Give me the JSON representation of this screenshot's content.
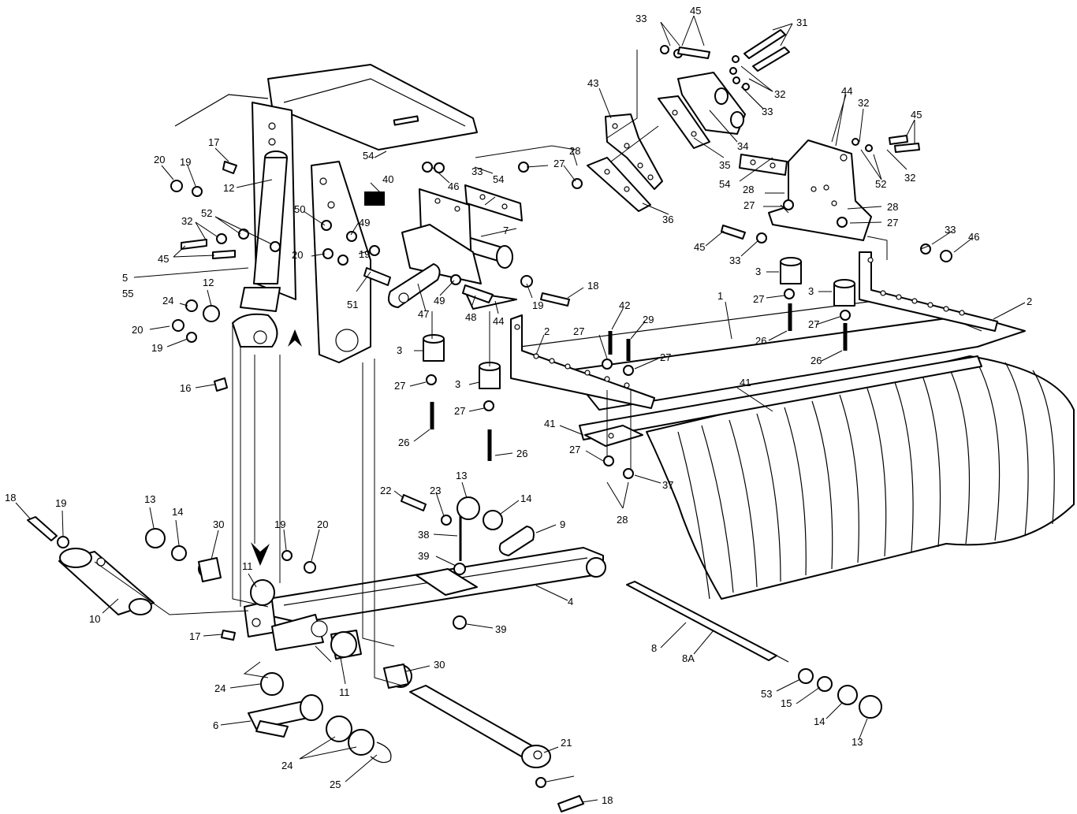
{
  "diagram": {
    "callouts": [
      "1",
      "2",
      "3",
      "4",
      "5",
      "6",
      "7",
      "8",
      "9",
      "10",
      "11",
      "12",
      "13",
      "14",
      "15",
      "16",
      "17",
      "18",
      "19",
      "20",
      "21",
      "22",
      "23",
      "24",
      "25",
      "26",
      "27",
      "28",
      "29",
      "30",
      "31",
      "32",
      "33",
      "34",
      "35",
      "36",
      "37",
      "38",
      "39",
      "40",
      "41",
      "42",
      "43",
      "44",
      "45",
      "46",
      "47",
      "48",
      "49",
      "50",
      "51",
      "52",
      "53",
      "54",
      "55",
      "8A"
    ],
    "labels": [
      {
        "id": "l1",
        "text": "1"
      },
      {
        "id": "l2a",
        "text": "2"
      },
      {
        "id": "l2b",
        "text": "2"
      },
      {
        "id": "l3a",
        "text": "3"
      },
      {
        "id": "l3b",
        "text": "3"
      },
      {
        "id": "l3c",
        "text": "3"
      },
      {
        "id": "l3d",
        "text": "3"
      },
      {
        "id": "l4",
        "text": "4"
      },
      {
        "id": "l5",
        "text": "5"
      },
      {
        "id": "l55",
        "text": "55"
      },
      {
        "id": "l6",
        "text": "6"
      },
      {
        "id": "l7",
        "text": "7"
      },
      {
        "id": "l8",
        "text": "8"
      },
      {
        "id": "l8A",
        "text": "8A"
      },
      {
        "id": "l9",
        "text": "9"
      },
      {
        "id": "l10",
        "text": "10"
      },
      {
        "id": "l11a",
        "text": "11"
      },
      {
        "id": "l11b",
        "text": "11"
      },
      {
        "id": "l12a",
        "text": "12"
      },
      {
        "id": "l12b",
        "text": "12"
      },
      {
        "id": "l13a",
        "text": "13"
      },
      {
        "id": "l13b",
        "text": "13"
      },
      {
        "id": "l13c",
        "text": "13"
      },
      {
        "id": "l14a",
        "text": "14"
      },
      {
        "id": "l14b",
        "text": "14"
      },
      {
        "id": "l14c",
        "text": "14"
      },
      {
        "id": "l15",
        "text": "15"
      },
      {
        "id": "l16",
        "text": "16"
      },
      {
        "id": "l17a",
        "text": "17"
      },
      {
        "id": "l17b",
        "text": "17"
      },
      {
        "id": "l18a",
        "text": "18"
      },
      {
        "id": "l18b",
        "text": "18"
      },
      {
        "id": "l18c",
        "text": "18"
      },
      {
        "id": "l19a",
        "text": "19"
      },
      {
        "id": "l19b",
        "text": "19"
      },
      {
        "id": "l19c",
        "text": "19"
      },
      {
        "id": "l19d",
        "text": "19"
      },
      {
        "id": "l19e",
        "text": "19"
      },
      {
        "id": "l19f",
        "text": "19"
      },
      {
        "id": "l20a",
        "text": "20"
      },
      {
        "id": "l20b",
        "text": "20"
      },
      {
        "id": "l20c",
        "text": "20"
      },
      {
        "id": "l20d",
        "text": "20"
      },
      {
        "id": "l21",
        "text": "21"
      },
      {
        "id": "l22",
        "text": "22"
      },
      {
        "id": "l23",
        "text": "23"
      },
      {
        "id": "l24a",
        "text": "24"
      },
      {
        "id": "l24b",
        "text": "24"
      },
      {
        "id": "l24c",
        "text": "24"
      },
      {
        "id": "l25",
        "text": "25"
      },
      {
        "id": "l26a",
        "text": "26"
      },
      {
        "id": "l26b",
        "text": "26"
      },
      {
        "id": "l26c",
        "text": "26"
      },
      {
        "id": "l26d",
        "text": "26"
      },
      {
        "id": "l27a",
        "text": "27"
      },
      {
        "id": "l27b",
        "text": "27"
      },
      {
        "id": "l27c",
        "text": "27"
      },
      {
        "id": "l27d",
        "text": "27"
      },
      {
        "id": "l27e",
        "text": "27"
      },
      {
        "id": "l27f",
        "text": "27"
      },
      {
        "id": "l27g",
        "text": "27"
      },
      {
        "id": "l27h",
        "text": "27"
      },
      {
        "id": "l27i",
        "text": "27"
      },
      {
        "id": "l27j",
        "text": "27"
      },
      {
        "id": "l28a",
        "text": "28"
      },
      {
        "id": "l28b",
        "text": "28"
      },
      {
        "id": "l28c",
        "text": "28"
      },
      {
        "id": "l28d",
        "text": "28"
      },
      {
        "id": "l29",
        "text": "29"
      },
      {
        "id": "l30a",
        "text": "30"
      },
      {
        "id": "l30b",
        "text": "30"
      },
      {
        "id": "l31",
        "text": "31"
      },
      {
        "id": "l32a",
        "text": "32"
      },
      {
        "id": "l32b",
        "text": "32"
      },
      {
        "id": "l32c",
        "text": "32"
      },
      {
        "id": "l32d",
        "text": "32"
      },
      {
        "id": "l33a",
        "text": "33"
      },
      {
        "id": "l33b",
        "text": "33"
      },
      {
        "id": "l33c",
        "text": "33"
      },
      {
        "id": "l33d",
        "text": "33"
      },
      {
        "id": "l33e",
        "text": "33"
      },
      {
        "id": "l34",
        "text": "34"
      },
      {
        "id": "l35",
        "text": "35"
      },
      {
        "id": "l36",
        "text": "36"
      },
      {
        "id": "l37",
        "text": "37"
      },
      {
        "id": "l38",
        "text": "38"
      },
      {
        "id": "l39a",
        "text": "39"
      },
      {
        "id": "l39b",
        "text": "39"
      },
      {
        "id": "l40",
        "text": "40"
      },
      {
        "id": "l41a",
        "text": "41"
      },
      {
        "id": "l41b",
        "text": "41"
      },
      {
        "id": "l42",
        "text": "42"
      },
      {
        "id": "l43",
        "text": "43"
      },
      {
        "id": "l44a",
        "text": "44"
      },
      {
        "id": "l44b",
        "text": "44"
      },
      {
        "id": "l45a",
        "text": "45"
      },
      {
        "id": "l45b",
        "text": "45"
      },
      {
        "id": "l45c",
        "text": "45"
      },
      {
        "id": "l45d",
        "text": "45"
      },
      {
        "id": "l46a",
        "text": "46"
      },
      {
        "id": "l46b",
        "text": "46"
      },
      {
        "id": "l47",
        "text": "47"
      },
      {
        "id": "l48",
        "text": "48"
      },
      {
        "id": "l49a",
        "text": "49"
      },
      {
        "id": "l49b",
        "text": "49"
      },
      {
        "id": "l50",
        "text": "50"
      },
      {
        "id": "l51",
        "text": "51"
      },
      {
        "id": "l52a",
        "text": "52"
      },
      {
        "id": "l52b",
        "text": "52"
      },
      {
        "id": "l53",
        "text": "53"
      },
      {
        "id": "l54a",
        "text": "54"
      },
      {
        "id": "l54b",
        "text": "54"
      },
      {
        "id": "l54c",
        "text": "54"
      }
    ]
  }
}
